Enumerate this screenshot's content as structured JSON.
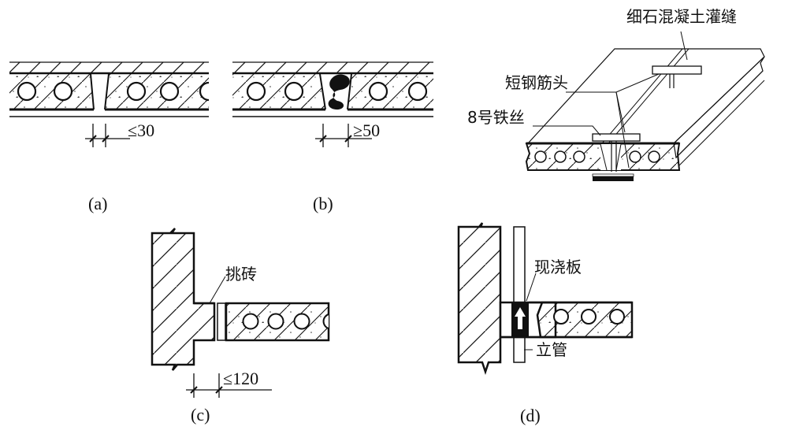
{
  "figure": {
    "panels": [
      {
        "id": "a",
        "caption": "(a)",
        "dimension": "≤30",
        "description": "Narrow joint between hollow-core slabs"
      },
      {
        "id": "b",
        "caption": "(b)",
        "dimension": "≥50",
        "description": "Wide joint with reinforcement between slabs"
      },
      {
        "id": "iso",
        "caption": "",
        "labels": {
          "grout": "细石混凝土灌缝",
          "short_rebar": "短钢筋头",
          "wire": "8号铁丝"
        }
      },
      {
        "id": "c",
        "caption": "(c)",
        "dimension": "≤120",
        "labels": {
          "corbel_brick": "挑砖"
        }
      },
      {
        "id": "d",
        "caption": "(d)",
        "labels": {
          "cast_slab": "现浇板",
          "riser": "立管"
        }
      }
    ],
    "colors": {
      "line": "#111111",
      "background": "#ffffff"
    }
  }
}
